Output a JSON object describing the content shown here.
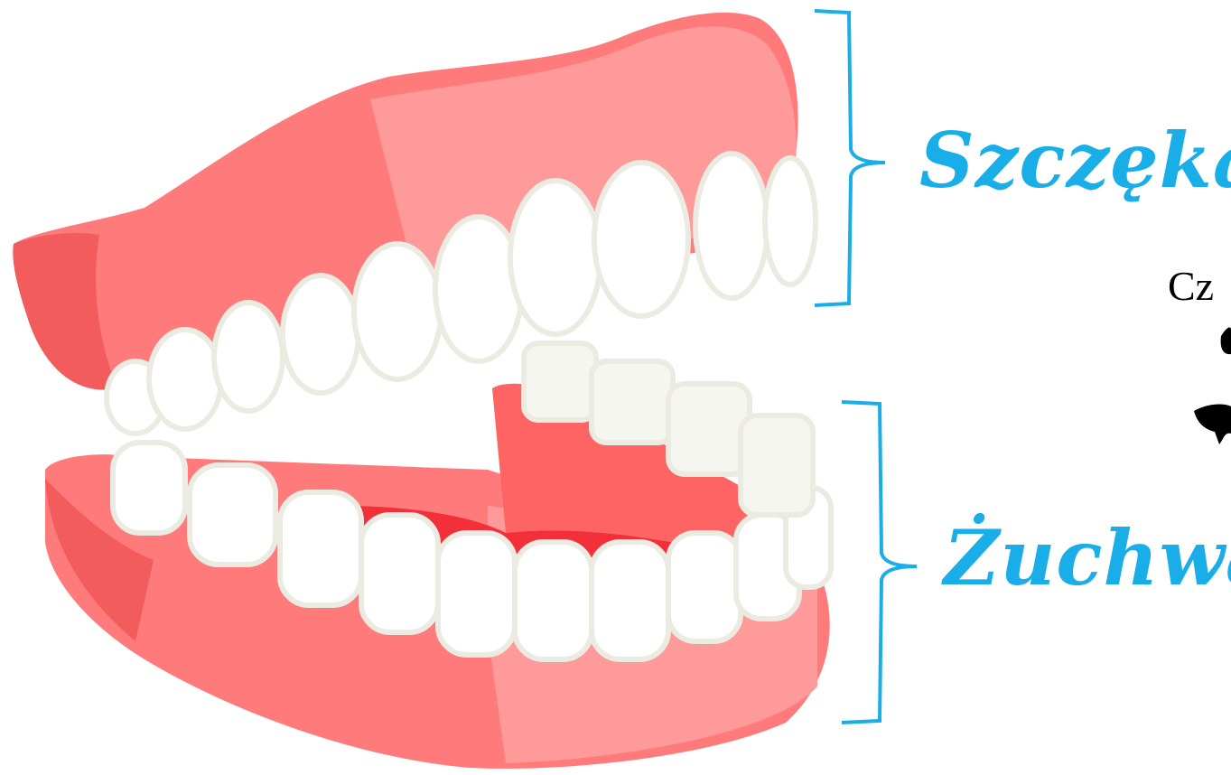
{
  "labels": {
    "upper": "Szczęka",
    "lower": "Żuchwa"
  },
  "partial_text": "Cz",
  "colors": {
    "label": "#1aaee8",
    "bracket": "#1aaee8",
    "gum": "#ff7b7b",
    "gum_light": "#ff9a9a",
    "gum_dark": "#f25c5c",
    "mouth": "#f3303a",
    "tooth": "#ffffff",
    "tooth_shade": "#ecebe2"
  },
  "icons": {
    "illustration": "denture-model-icon"
  }
}
